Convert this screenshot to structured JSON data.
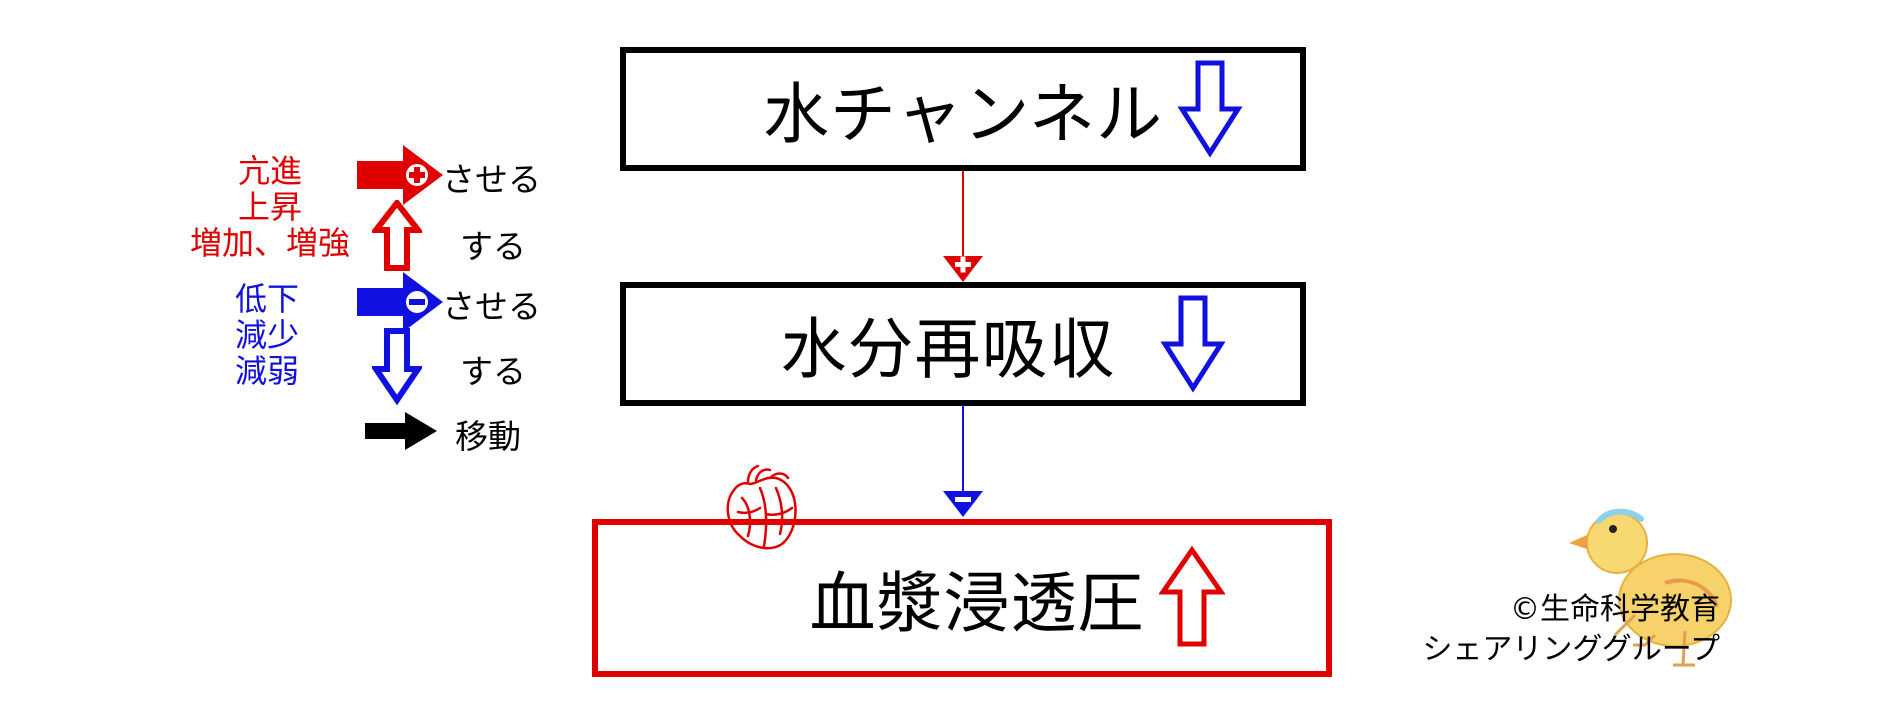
{
  "legend": {
    "enhance_words": [
      "亢進",
      "上昇",
      "増加、増強"
    ],
    "reduce_words": [
      "低下",
      "減少",
      "減弱"
    ],
    "promote_suffix": "させる",
    "increase_suffix": "する",
    "inhibit_suffix": "させる",
    "decrease_suffix": "する",
    "move_label": "移動"
  },
  "flow": {
    "box1_label": "水チャンネル",
    "box2_label": "水分再吸収",
    "box3_label": "血漿浸透圧",
    "box1_direction": "down",
    "box2_direction": "down",
    "box3_direction": "up",
    "link1_effect": "promote",
    "link2_effect": "inhibit"
  },
  "credit": {
    "line1": "©生命科学教育",
    "line2": "シェアリンググループ"
  },
  "colors": {
    "red": "#e00000",
    "blue": "#1010e0",
    "black": "#000000"
  }
}
